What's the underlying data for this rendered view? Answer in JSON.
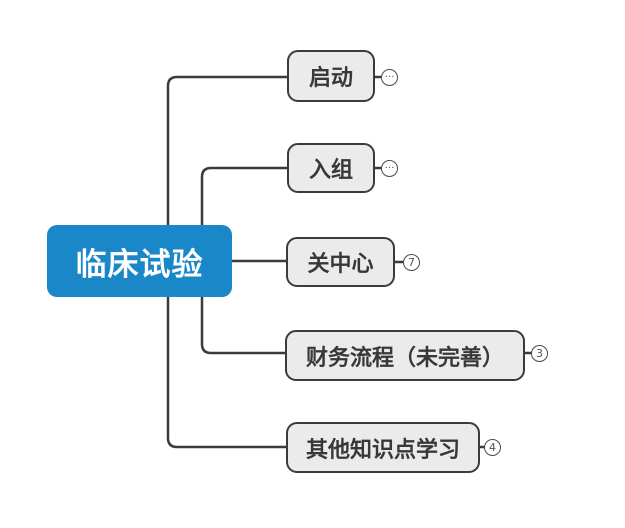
{
  "colors": {
    "background": "#ffffff",
    "root_fill": "#1a87c9",
    "root_text": "#ffffff",
    "node_fill": "#ebebeb",
    "node_border": "#3b3b3b",
    "node_text": "#383838",
    "line": "#3b3b3b",
    "badge_border": "#4a4a4a",
    "badge_text": "#555555"
  },
  "mindmap": {
    "root": {
      "label": "临床试验"
    },
    "branches": [
      {
        "label": "启动",
        "badge": "…",
        "badge_type": "collapsed-indicator"
      },
      {
        "label": "入组",
        "badge": "…",
        "badge_type": "collapsed-indicator"
      },
      {
        "label": "关中心",
        "badge": "7",
        "badge_type": "child-count"
      },
      {
        "label": "财务流程（未完善）",
        "badge": "3",
        "badge_type": "child-count"
      },
      {
        "label": "其他知识点学习",
        "badge": "4",
        "badge_type": "child-count"
      }
    ]
  }
}
